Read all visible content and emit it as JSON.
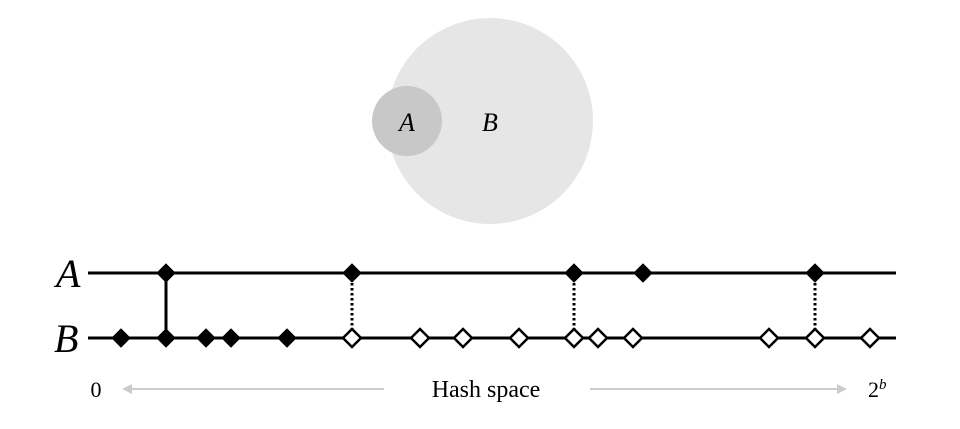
{
  "venn": {
    "label_a": "A",
    "label_b": "B",
    "color_a": "#c8c8c8",
    "color_b": "#e6e6e6",
    "color_overlap": "#bdbdbd"
  },
  "lines": {
    "label_a": "A",
    "label_b": "B"
  },
  "axis": {
    "min_label": "0",
    "center_label": "Hash space",
    "max_label_base": "2",
    "max_label_exp": "b",
    "arrow_color": "#cccccc"
  },
  "markers": {
    "a_points": [
      166,
      352,
      574,
      643,
      815
    ],
    "b_filled": [
      121,
      166,
      206,
      231,
      287
    ],
    "b_hollow": [
      352,
      420,
      463,
      519,
      574,
      598,
      633,
      769,
      815,
      870
    ],
    "solid_link": [
      166
    ],
    "dotted_links": [
      352,
      574,
      815
    ]
  }
}
